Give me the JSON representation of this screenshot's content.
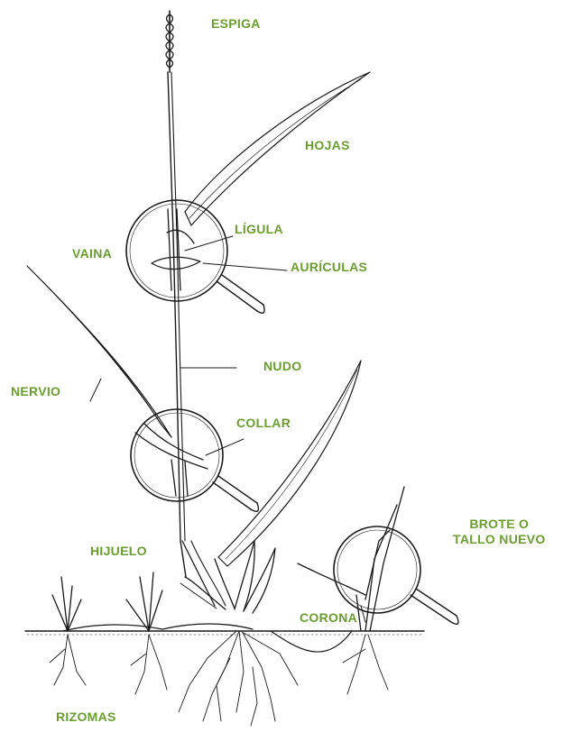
{
  "labels": {
    "espiga": "ESPIGA",
    "hojas": "HOJAS",
    "ligula": "LÍGULA",
    "vaina": "VAINA",
    "auriculas": "AURÍCULAS",
    "nudo": "NUDO",
    "nervio": "NERVIO",
    "collar": "COLLAR",
    "brote_line1": "BROTE O",
    "brote_line2": "TALLO NUEVO",
    "hijuelo": "HIJUELO",
    "corona": "CORONA",
    "rizomas": "RIZOMAS"
  },
  "colors": {
    "label": "#6a9e2e",
    "ink": "#1a1a1a"
  }
}
